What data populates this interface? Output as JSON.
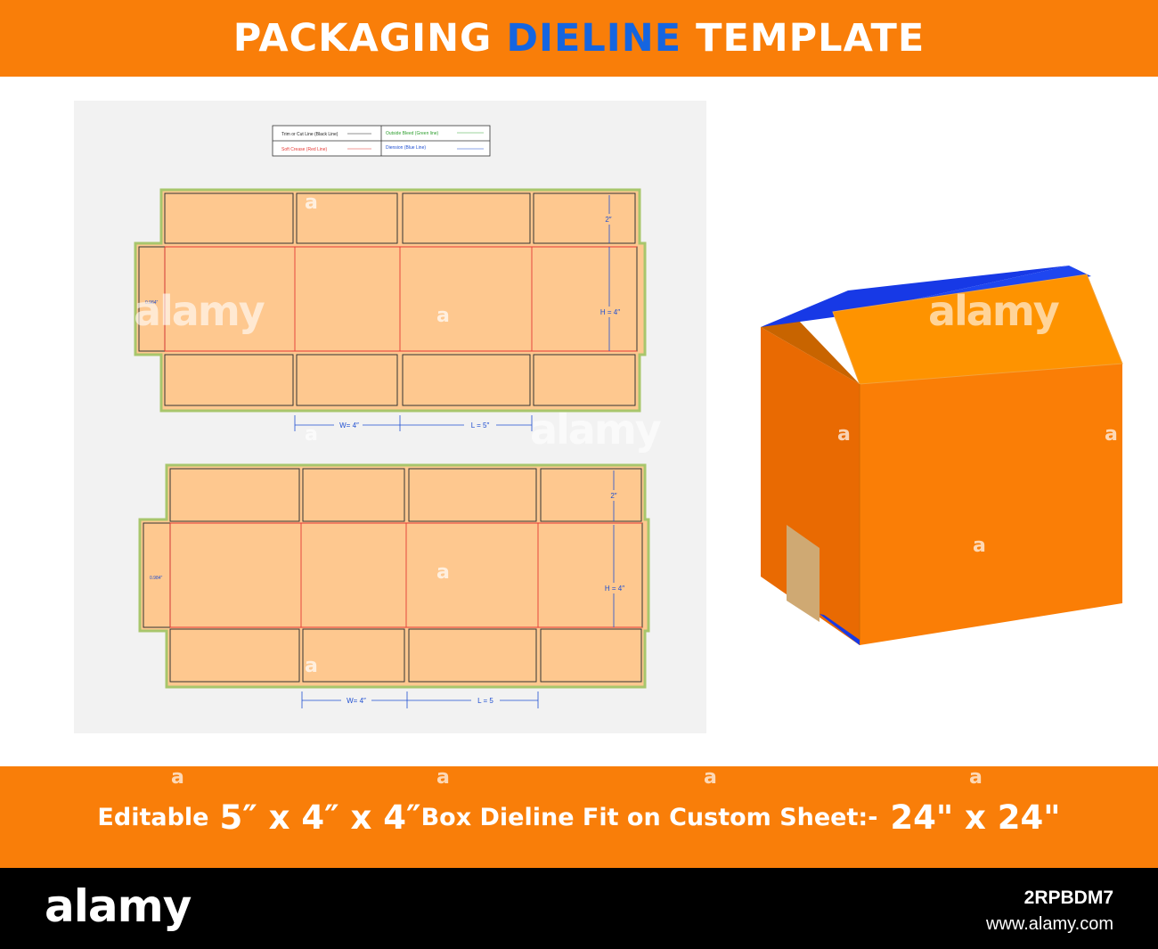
{
  "header": {
    "title_part1": "PACKAGING",
    "title_highlight": "DIELINE",
    "title_part2": "TEMPLATE"
  },
  "legend": {
    "trim_label": "Trim or Cut  Line (Black Line)",
    "bleed_label": "Outside Bleed (Green line)",
    "crease_label": "Soft Crease (Red  Line)",
    "dimension_label": "Diension (Blue Line)"
  },
  "dieline_top": {
    "flap_label": "2″",
    "height_label": "H = 4″",
    "width_label": "W= 4″",
    "length_label": "L = 5″",
    "glue_label": "0.984″"
  },
  "dieline_bottom": {
    "flap_label": "2″",
    "height_label": "H = 4″",
    "width_label": "W= 4″",
    "length_label": "L = 5",
    "glue_label": "0.984″"
  },
  "footer_banner": {
    "prefix": "Editable",
    "dimensions": "5″ x 4″ x 4″",
    "middle": "Box Dieline Fit on Custom Sheet:-",
    "sheet": "24\" x 24\""
  },
  "watermark": {
    "logo": "alamy",
    "letter": "a",
    "image_id": "2RPBDM7",
    "site": "www.alamy.com"
  },
  "colors": {
    "banner_orange": "#f97e09",
    "highlight_blue": "#1565e0",
    "panel_fill": "#fec88f",
    "bleed_green": "#a8c66c",
    "crease_red": "#e53935",
    "dimension_blue": "#1f4fd1",
    "box_front": "#fa7e06",
    "box_side": "#e96a02",
    "box_lid": "#fe9300",
    "box_inner": "#1739e6"
  }
}
